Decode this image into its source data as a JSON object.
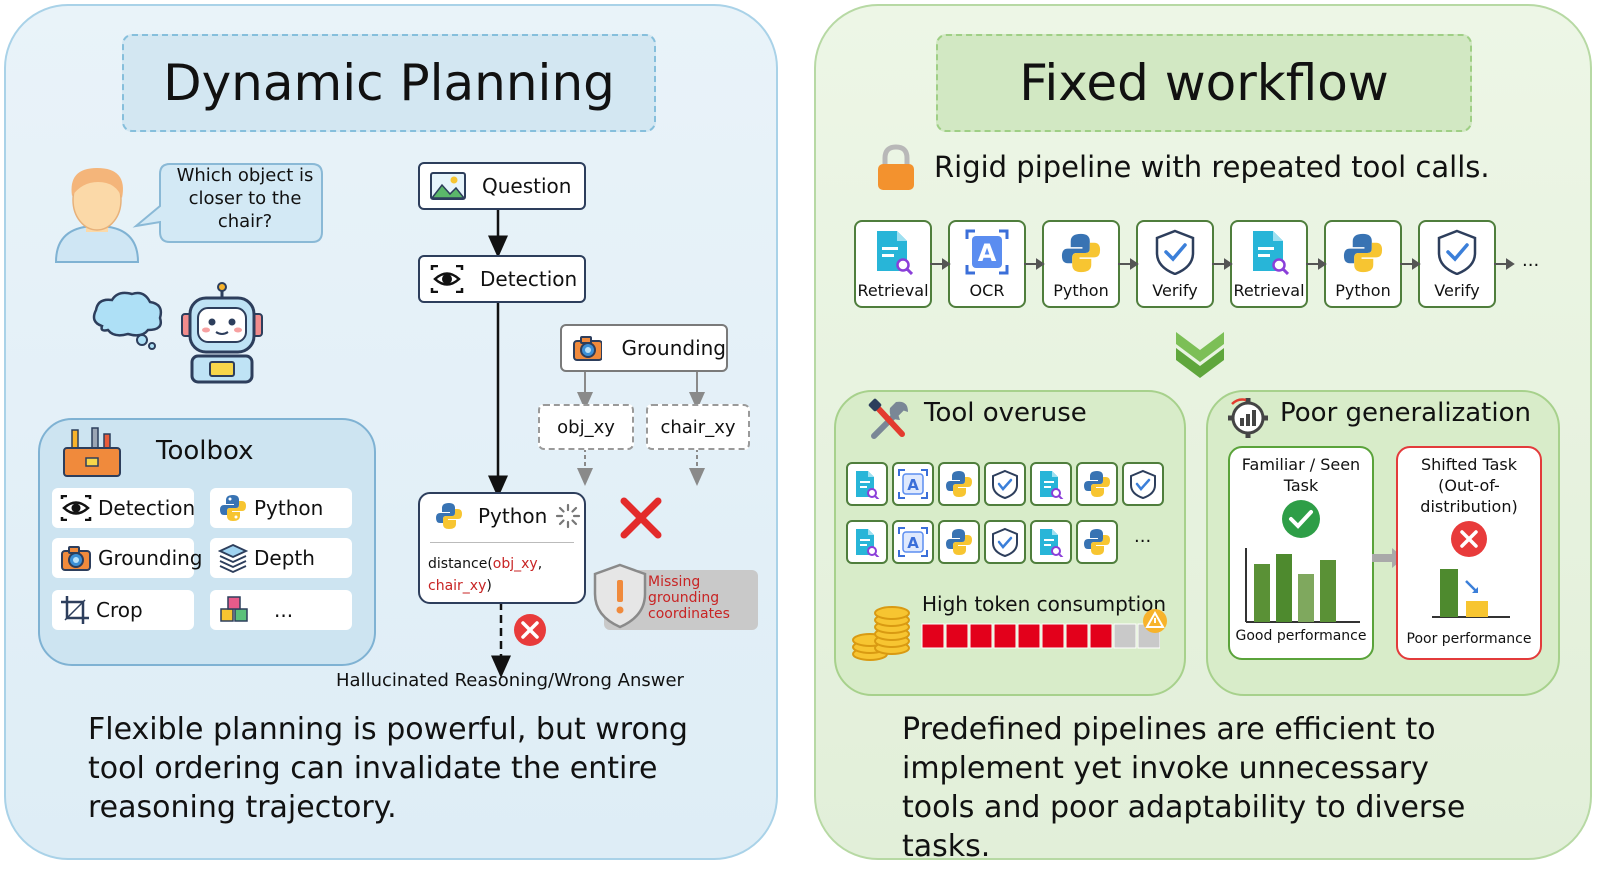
{
  "left": {
    "title": "Dynamic Planning",
    "speech": "Which object is closer to the chair?",
    "toolbox": {
      "title": "Toolbox",
      "items": [
        "Detection",
        "Python",
        "Grounding",
        "Depth",
        "Crop",
        "..."
      ]
    },
    "flow": {
      "question": "Question",
      "detection": "Detection",
      "grounding": "Grounding",
      "obj": "obj_xy",
      "chair": "chair_xy",
      "python": "Python",
      "code_prefix": "distance(",
      "code_arg1": "obj_xy",
      "code_sep": ",",
      "code_arg2": "chair_xy",
      "code_suffix": ")",
      "warning": "Missing grounding coordinates",
      "result": "Hallucinated Reasoning/Wrong Answer"
    },
    "caption": "Flexible planning is powerful, but wrong tool ordering can invalidate the entire reasoning trajectory."
  },
  "right": {
    "title": "Fixed workflow",
    "subtitle": "Rigid pipeline with repeated tool calls.",
    "pipeline": [
      "Retrieval",
      "OCR",
      "Python",
      "Verify",
      "Retrieval",
      "Python",
      "Verify"
    ],
    "pipeline_more": "...",
    "overuse": {
      "title": "Tool overuse",
      "row1": [
        "retrieval",
        "ocr",
        "python",
        "verify",
        "retrieval",
        "python",
        "verify"
      ],
      "row2": [
        "retrieval",
        "ocr",
        "python",
        "verify",
        "retrieval",
        "python"
      ],
      "row_more": "...",
      "token_label": "High token consumption",
      "token_fill": 0.8
    },
    "generalization": {
      "title": "Poor generalization",
      "familiar_title": "Familiar / Seen Task",
      "familiar_caption": "Good performance",
      "shifted_title": "Shifted Task (Out-of-distribution)",
      "shifted_caption": "Poor performance"
    },
    "caption": "Predefined pipelines are efficient to implement yet invoke unnecessary tools and poor adaptability to diverse tasks."
  },
  "colors": {
    "left_bg": "#e5f1f8",
    "right_bg": "#e8f3e0",
    "red": "#e32b2b",
    "green": "#3d8a2e",
    "navy": "#2d3e5c"
  }
}
